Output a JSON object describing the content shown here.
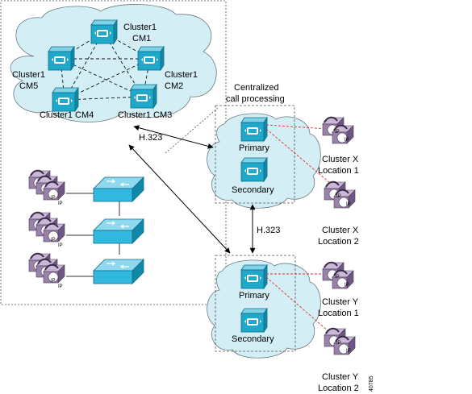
{
  "colors": {
    "cloud_fill": "#d3eef5",
    "cloud_stroke": "#6a7a80",
    "cm_teal": "#1fa8c9",
    "phone_purple": "#9a82a9",
    "switch_blue": "#33b9df",
    "dashed_red": "#e0302a"
  },
  "left_region": {
    "cluster_nodes": [
      {
        "label_lines": [
          "Cluster1",
          "CM1"
        ]
      },
      {
        "label_lines": [
          "Cluster1",
          "CM2"
        ]
      },
      {
        "label_lines": [
          "Cluster1 CM3"
        ]
      },
      {
        "label_lines": [
          "Cluster1 CM4"
        ]
      },
      {
        "label_lines": [
          "Cluster1",
          "CM5"
        ]
      }
    ]
  },
  "links": {
    "h323_top": "H.323",
    "h323_mid": "H.323"
  },
  "centralized": {
    "title_lines": [
      "Centralized",
      "call processing"
    ],
    "primary": "Primary",
    "secondary": "Secondary"
  },
  "lower_cluster": {
    "primary": "Primary",
    "secondary": "Secondary"
  },
  "locations": [
    {
      "lines": [
        "Cluster X",
        "Location 1"
      ]
    },
    {
      "lines": [
        "Cluster X",
        "Location 2"
      ]
    },
    {
      "lines": [
        "Cluster Y",
        "Location 1"
      ]
    },
    {
      "lines": [
        "Cluster Y",
        "Location 2"
      ]
    }
  ],
  "ip_badge": "IP",
  "figure_id": "40785"
}
